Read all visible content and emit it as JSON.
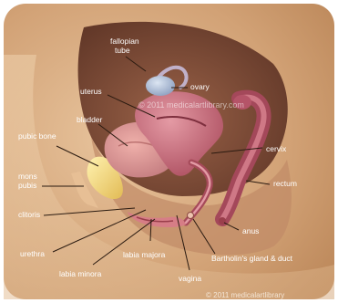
{
  "figure": {
    "watermark_text": "© 2011 medicalartlibrary.com",
    "copyright_text": "© 2011 medicalartlibrary",
    "labels": {
      "fallopian_tube_line1": "fallopian",
      "fallopian_tube_line2": "tube",
      "ovary": "ovary",
      "uterus": "uterus",
      "bladder": "bladder",
      "pubic_bone": "pubic bone",
      "mons_pubis_line1": "mons",
      "mons_pubis_line2": "pubis",
      "clitoris": "clitoris",
      "urethra": "urethra",
      "labia_minora": "labia minora",
      "labia_majora": "labia majora",
      "vagina": "vagina",
      "bartholins_gland": "Bartholin's gland & duct",
      "anus": "anus",
      "rectum": "rectum",
      "cervix": "cervix"
    },
    "colors": {
      "background": "#d4a67a",
      "body_outline": "#e6c29b",
      "body_fill": "#e9c79f",
      "abdomen_dark": "#7a4a33",
      "organ_pink": "#c86a78",
      "organ_dark": "#8a3c48",
      "bladder": "#d98b8e",
      "ovary": "#a9b9d4",
      "bone": "#f0d77a",
      "label_text": "#ffffff"
    }
  }
}
